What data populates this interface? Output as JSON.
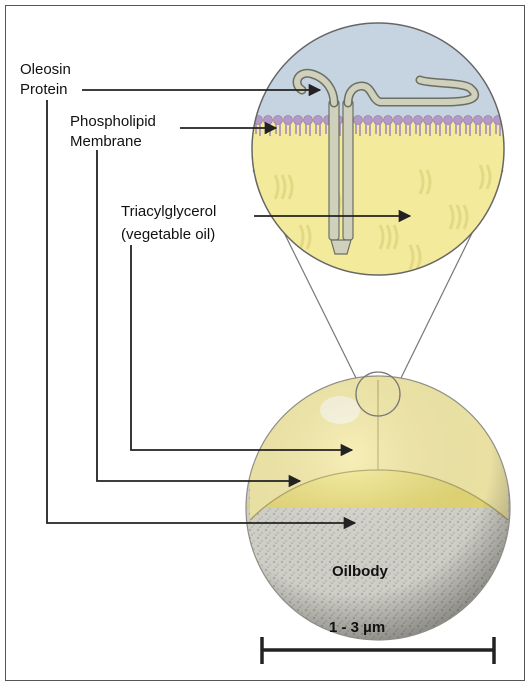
{
  "labels": {
    "oleosin_line1": "Oleosin",
    "oleosin_line2": "Protein",
    "phospholipid_line1": "Phospholipid",
    "phospholipid_line2": "Membrane",
    "tag_line1": "Triacylglycerol",
    "tag_line2": "(vegetable oil)",
    "oilbody": "Oilbody",
    "scale": "1 - 3 µm"
  },
  "colors": {
    "water_blue": "#c6d4e2",
    "oil_yellow": "#f4ea9c",
    "phospholipid_purple": "#b39ac6",
    "protein_gray": "#c9cbb8",
    "shell_gray": "#d9d8d0",
    "line": "#222222"
  }
}
